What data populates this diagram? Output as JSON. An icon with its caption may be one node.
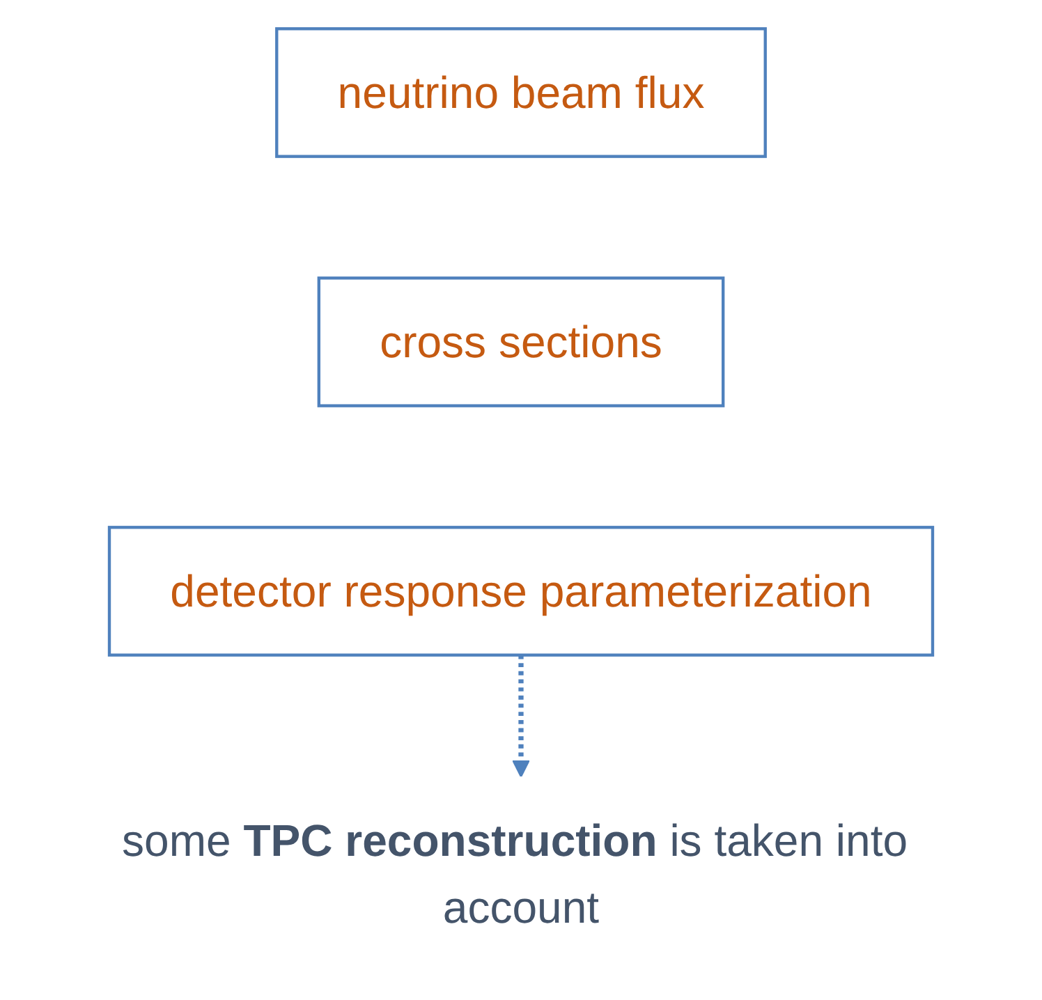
{
  "diagram": {
    "nodes": [
      {
        "text": [
          "neutrino beam flux"
        ]
      },
      {
        "text": [
          "cross sections"
        ]
      },
      {
        "text": [
          "detector response parameterization"
        ]
      },
      {
        "text": [
          "some **TPC reconstruction** is taken into account"
        ]
      }
    ],
    "edges": [
      {
        "from": 2,
        "to": 3,
        "arrow": "to",
        "style": "dashed",
        "color": "#4f81bd"
      }
    ]
  }
}
